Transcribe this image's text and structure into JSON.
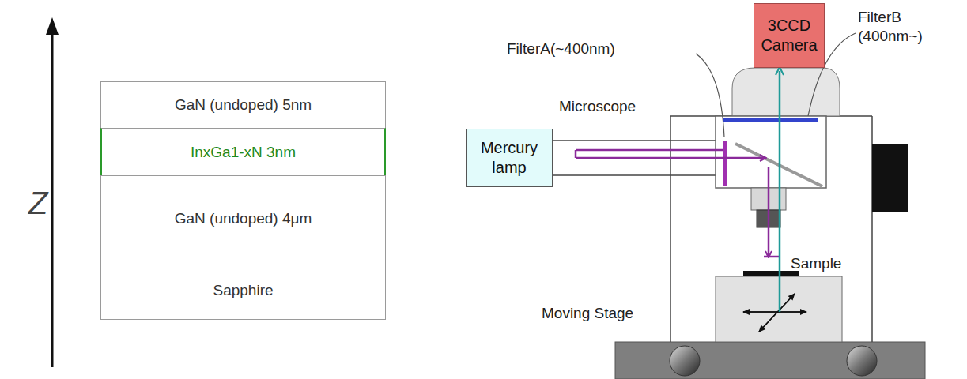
{
  "diagram": {
    "nodes": [
      {
        "text": [
          "GaN (undoped) 5nm"
        ]
      },
      {
        "text": [
          "InxGa1-xN 3nm"
        ]
      },
      {
        "text": [
          "GaN (undoped) 4μm"
        ]
      },
      {
        "text": [
          "Sapphire"
        ]
      },
      {
        "text": [
          "3CCD Camera"
        ]
      },
      {
        "text": [
          "Mercury lamp"
        ]
      }
    ],
    "labels": [
      "Z",
      "FilterA(~400nm)",
      "FilterB (400nm~)",
      "Microscope",
      "Sample",
      "Moving Stage"
    ]
  }
}
